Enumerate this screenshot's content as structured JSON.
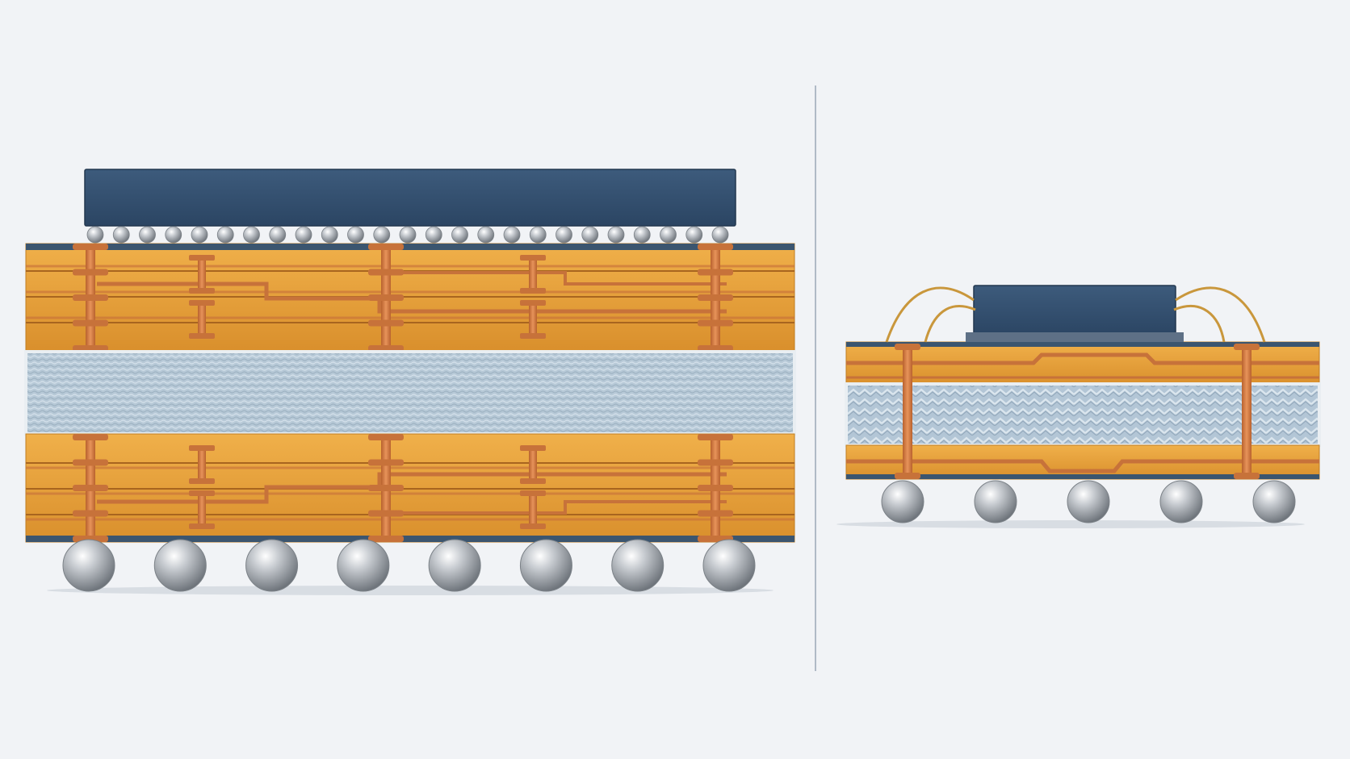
{
  "diagram": {
    "left_package": {
      "die_color": "#34506e",
      "substrate_layers_per_side": 4,
      "core": "glass-fiber-core",
      "bump_count": 25,
      "bga_ball_count": 8
    },
    "right_package": {
      "die_color": "#34506e",
      "substrate_layers_per_side": 1,
      "core": "glass-fiber-core",
      "wire_bonds": 4,
      "bga_ball_count": 5
    },
    "divider": true,
    "colors": {
      "background": "#f1f3f6",
      "laminate": "#e8a23a",
      "copper": "#c7723a",
      "core": "#b9c9d6",
      "solder": "#a9aeb4"
    }
  }
}
